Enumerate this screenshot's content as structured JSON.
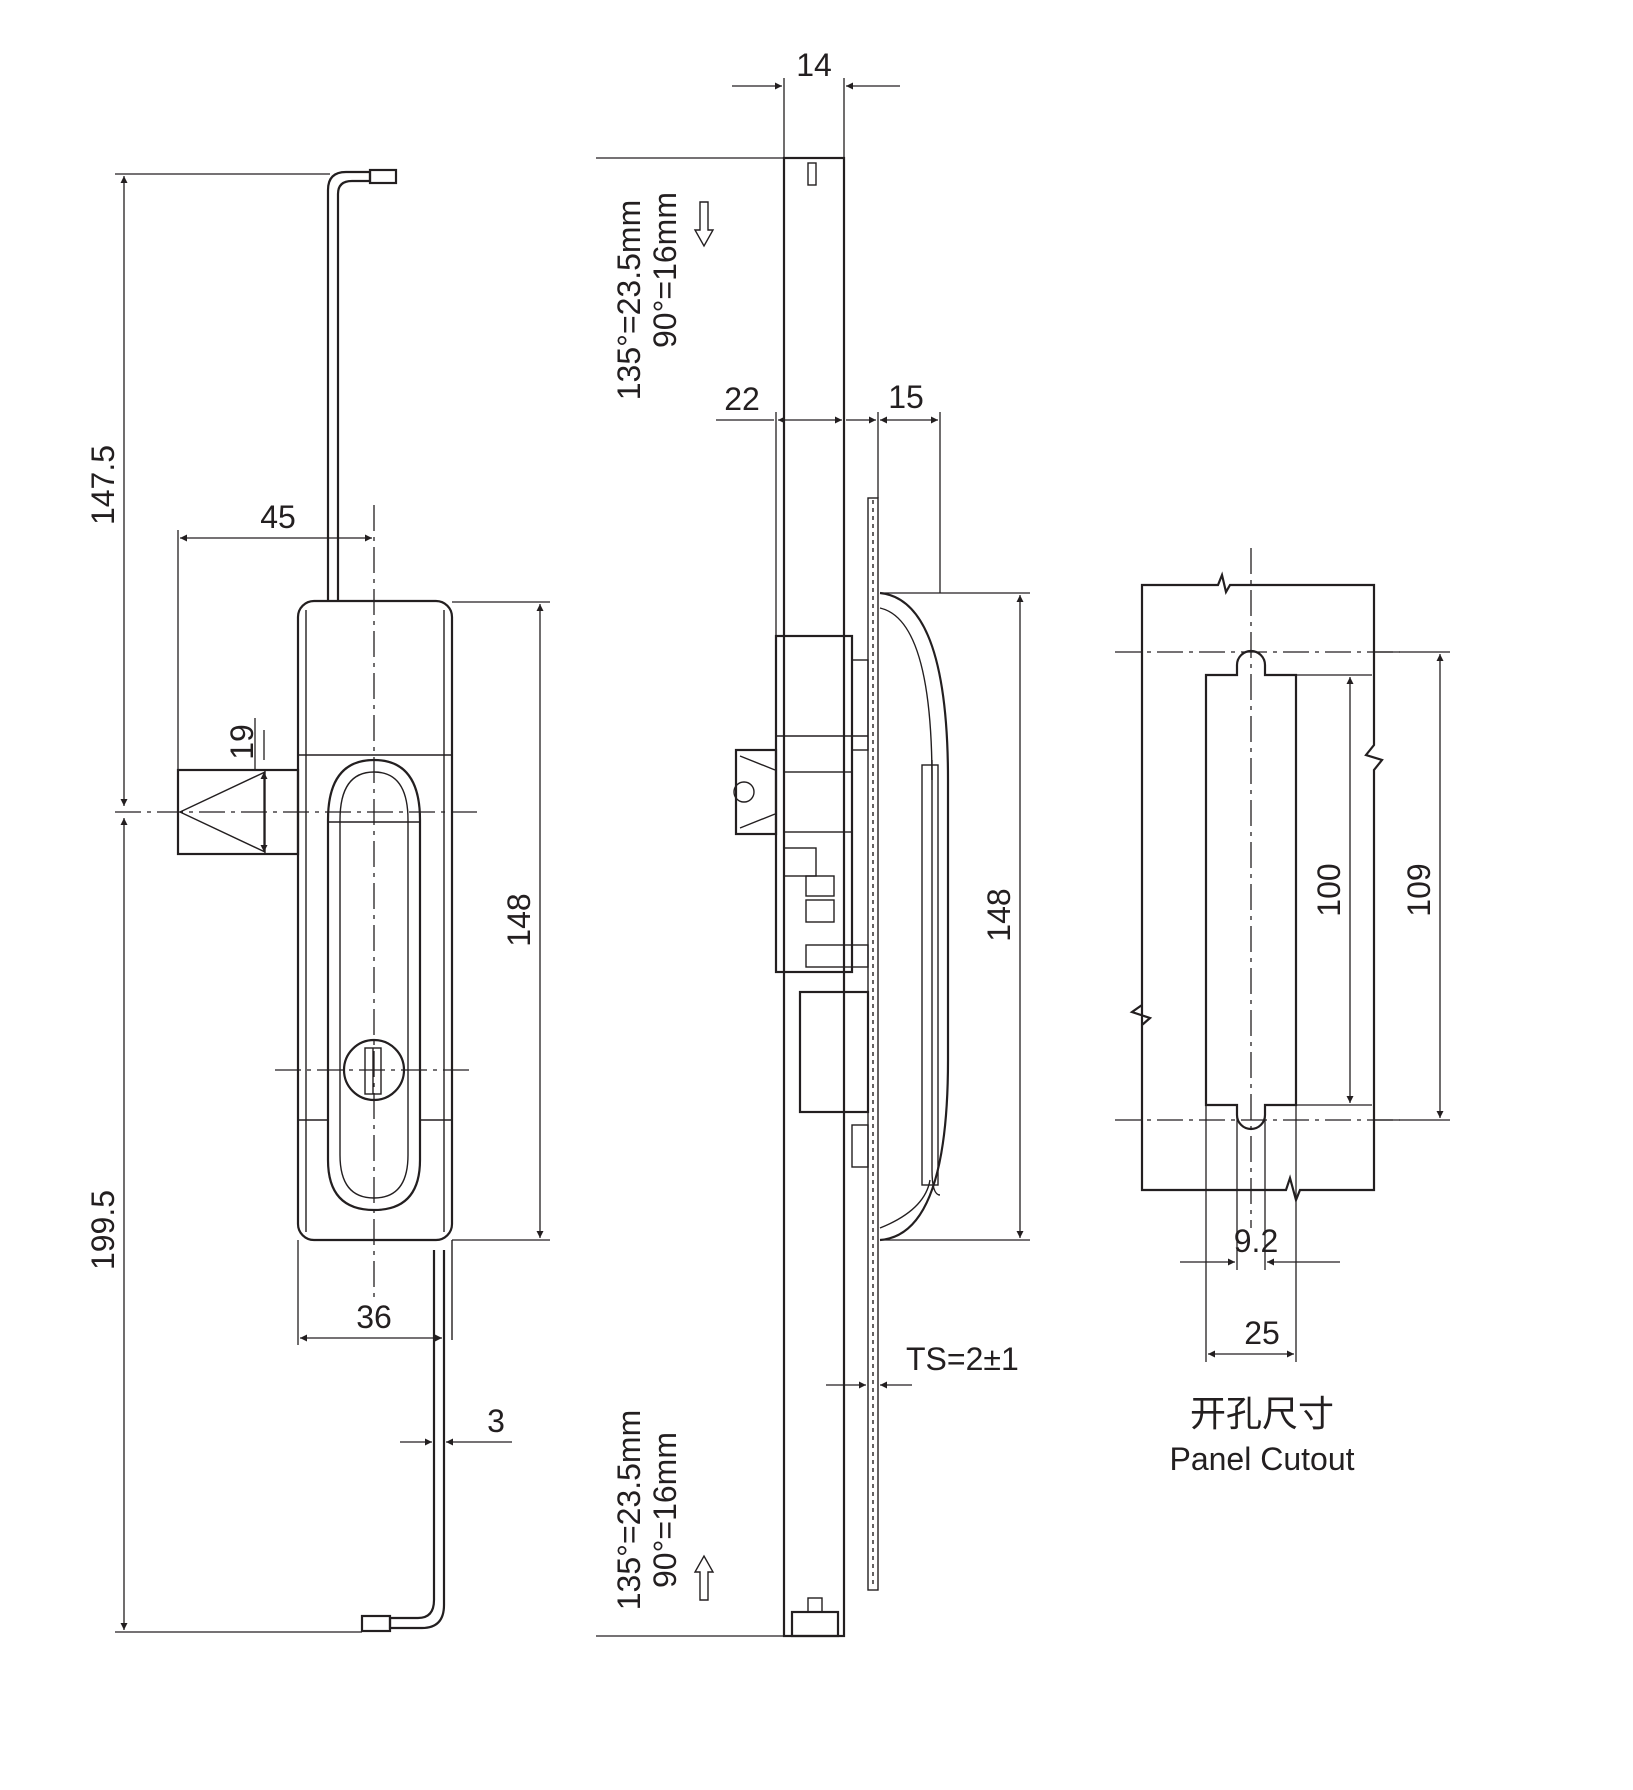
{
  "colors": {
    "line": "#231f20",
    "background": "#ffffff"
  },
  "front_view": {
    "dim_top_length": "147.5",
    "dim_bottom_length": "199.5",
    "dim_handle_offset": "45",
    "dim_tongue": "19",
    "dim_body_height": "148",
    "dim_body_width": "36",
    "dim_rod_thickness": "3"
  },
  "side_view": {
    "dim_rod_width": "14",
    "dim_depth_behind": "22",
    "dim_depth_front": "15",
    "dim_height": "148",
    "dim_panel_thickness": "TS=2±1",
    "note_top_line1": "135°=23.5mm",
    "note_top_line2": "90°=16mm",
    "note_bottom_line1": "135°=23.5mm",
    "note_bottom_line2": "90°=16mm"
  },
  "panel_cutout": {
    "dim_inner_height": "100",
    "dim_total_height": "109",
    "dim_notch_width": "9.2",
    "dim_width": "25",
    "label_cn": "开孔尺寸",
    "label_en": "Panel Cutout"
  }
}
